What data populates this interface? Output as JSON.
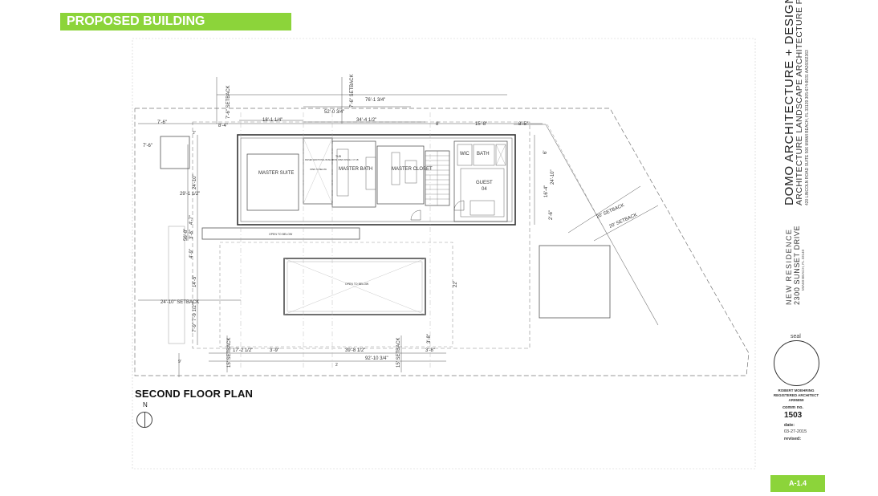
{
  "header": {
    "banner": "PROPOSED BUILDING"
  },
  "plan": {
    "title": "SECOND FLOOR PLAN",
    "north_label": "N",
    "rooms": {
      "master_suite": "MASTER SUITE",
      "master_bath": "MASTER BATH",
      "master_closet": "MASTER CLOSET",
      "wic": "WIC",
      "bath": "BATH",
      "guest": "GUEST",
      "guest_no": "04",
      "open_to_below_1": "OPEN TO BELOW",
      "open_to_below_2": "OPEN TO BELOW",
      "tub": "TUB",
      "opento": "OPEN TO BELOW",
      "note": "RAISED ADDITIONAL BASE FROM OPEN SPACE 1'-0\" AB"
    },
    "setbacks": {
      "top_left": "7'-6\" SETBACK",
      "top_mid": "7'-6\" SETBACK",
      "left": "24'-10\" SETBACK",
      "bottom_left": "15' SETBACK",
      "bottom_right": "15' SETBACK",
      "diag_1": "20' SETBACK",
      "diag_2": "20' SETBACK"
    },
    "dims": {
      "d1": "76'-1 3/4\"",
      "d2": "52'-0 3/4\"",
      "d3": "34'-4 1/2\"",
      "d4": "18'-1 1/4\"",
      "d5": "8'-4\"",
      "d6": "8'",
      "d7": "15'-8\"",
      "d8": "8'-5\"",
      "d9": "7'-6\"",
      "d10": "7'-6\"",
      "d11": "2'",
      "d12": "24'-10\"",
      "d13": "29'-1 1/2\"",
      "d14": "4'-7\"",
      "d15": "56'-8\"",
      "d16": "3'-8\"",
      "d17": "4'-9\"",
      "d18": "14'-5\"",
      "d19": "7'-9 1/2\"",
      "d20": "7'-9\"",
      "d21": "17'-2 1/2\"",
      "d22": "3'-9\"",
      "d23": "3'-8\"",
      "d24": "39'-8 1/2\"",
      "d25": "92'-10 3/4\"",
      "d26": "3'-8\"",
      "d27": "22'",
      "d28": "24'-10\"",
      "d29": "16'-4\"",
      "d30": "6'",
      "d31": "9'",
      "d32": "2",
      "d33": "2'-6\""
    }
  },
  "title_block": {
    "firm": "DOMO  ARCHITECTURE + DESIGN",
    "firm_sub": "ARCHITECTURE  LANDSCAPE ARCHITECTURE  PLANNING",
    "firm_addr": "420 LINCOLN ROAD  SUITE 506  MIAMI BEACH, FL 33139   305-674-8031   AA26002363",
    "project_name": "NEW RESIDENCE",
    "project_addr": "2300 SUNSET DRIVE",
    "project_city": "MIAMI BEACH, FL 33140",
    "seal_label": "seal",
    "architect_name": "ROBERT MOEHRING",
    "architect_title": "REGISTERED ARCHITECT",
    "architect_no": "AR95859",
    "comm_label": "comm no.",
    "comm_no": "1503",
    "date_label": "date:",
    "date": "03-27-2015",
    "revised_label": "revised:",
    "sheet": "A-1.4"
  }
}
